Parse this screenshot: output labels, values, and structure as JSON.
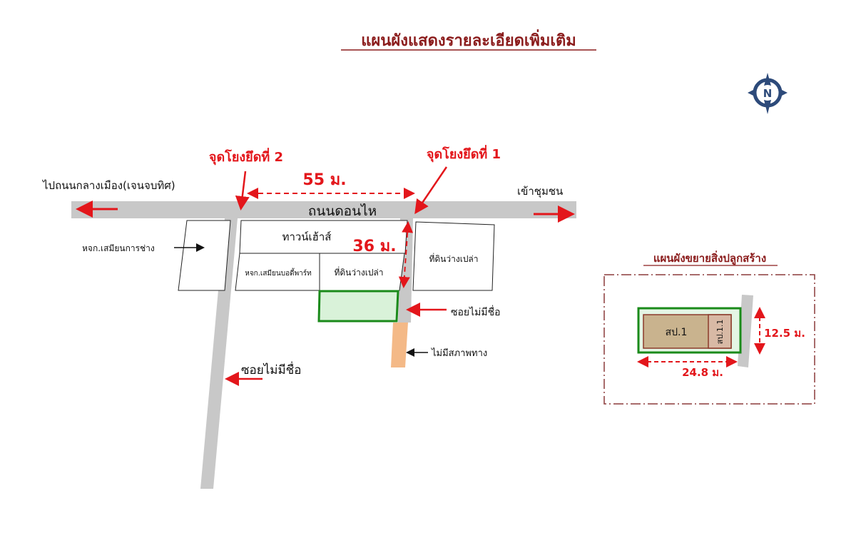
{
  "title": "แผนผังแสดงรายละเอียดเพิ่มเติม",
  "compass": {
    "icon": "north-compass-icon",
    "label": "N"
  },
  "colors": {
    "red": "#e3161b",
    "road": "#c8c8c8",
    "plot_green": "#1a8a1a",
    "building": "#c9b38e",
    "unpaved": "#f4b987"
  },
  "main_map": {
    "main_road": "ถนนดอนไห",
    "to_left": "ไปถนนกลางเมือง(เจนจบทิศ)",
    "to_right": "เข้าชุมชน",
    "anchor_2": "จุดโยงยึดที่ 2",
    "anchor_1": "จุดโยงยึดที่ 1",
    "distance_anchor": "55 ม.",
    "distance_soi": "36 ม.",
    "plots": {
      "left": "หจก.เสมียนการช่าง",
      "townhouse": "ทาวน์เฮ้าส์",
      "dorm": "หจก.เสมียนบอดี้พาร์ท",
      "vacant_mid": "ที่ดินว่างเปล่า",
      "vacant_right": "ที่ดินว่างเปล่า"
    },
    "soi_right": "ซอยไม่มีชื่อ",
    "no_road": "ไม่มีสภาพทาง",
    "soi_left": "ซอยไม่มีชื่อ"
  },
  "inset": {
    "title": "แผนผังขยายสิ่งปลูกสร้าง",
    "building_1": "สป.1",
    "building_1_1": "สป.1.1",
    "width": "24.8 ม.",
    "depth": "12.5 ม."
  }
}
